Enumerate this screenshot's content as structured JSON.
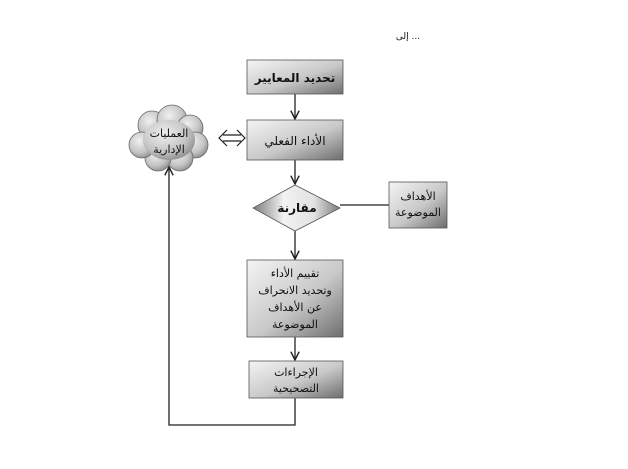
{
  "header": {
    "text": "إلى ..."
  },
  "nodes": {
    "define_standards": {
      "label": "تحديد المعايير"
    },
    "actual_performance": {
      "label": "الأداء الفعلي"
    },
    "comparison": {
      "label": "مقارنة"
    },
    "set_objectives": {
      "lines": [
        "الأهداف",
        "الموضوعة"
      ]
    },
    "evaluate_performance": {
      "lines": [
        "تقييم الأداء",
        "وتحديد الانحراف",
        "عن الأهداف",
        "الموضوعة"
      ]
    },
    "corrective_actions": {
      "lines": [
        "الإجراءات",
        "التصحيحية"
      ]
    },
    "administrative_processes": {
      "lines": [
        "العمليات",
        "الإدارية"
      ]
    }
  },
  "colors": {
    "box_light": "#f2f2f2",
    "box_dark": "#7a7a7a",
    "line": "#222222",
    "cloud_light": "#e8e8e8",
    "cloud_dark": "#8a8a8a"
  }
}
